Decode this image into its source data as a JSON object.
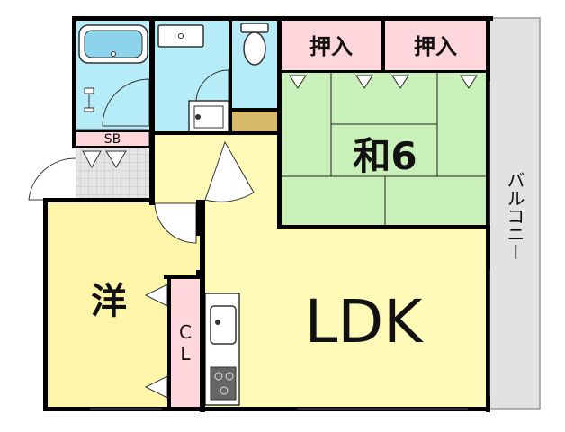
{
  "rooms": {
    "washitsu": "和6",
    "oshiire_left": "押入",
    "oshiire_right": "押入",
    "ldk": "LDK",
    "yoshitsu": "洋",
    "closet_c": "C",
    "closet_l": "L",
    "shoe_box": "SB",
    "balcony": "バルコニー"
  },
  "colors": {
    "wall": "#000000",
    "washitsu": "#c8f0b8",
    "oshiire": "#ffd6dc",
    "ldk": "#fffab8",
    "yoshitsu": "#fff5a8",
    "wet_area": "#b6ecf8",
    "corridor": "#fffab8",
    "entrance": "#e0e0e0",
    "balcony": "#e2e2e2",
    "closet": "#ffd6dc",
    "storage": "#d8b86a"
  }
}
